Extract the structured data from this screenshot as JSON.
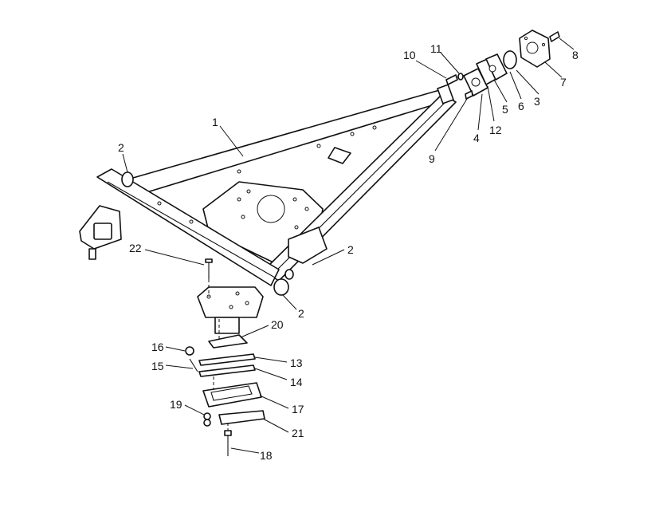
{
  "callouts": [
    {
      "id": "c1",
      "text": "1"
    },
    {
      "id": "c2a",
      "text": "2"
    },
    {
      "id": "c2b",
      "text": "2"
    },
    {
      "id": "c2c",
      "text": "2"
    },
    {
      "id": "c3",
      "text": "3"
    },
    {
      "id": "c4",
      "text": "4"
    },
    {
      "id": "c5",
      "text": "5"
    },
    {
      "id": "c6",
      "text": "6"
    },
    {
      "id": "c7",
      "text": "7"
    },
    {
      "id": "c8",
      "text": "8"
    },
    {
      "id": "c9",
      "text": "9"
    },
    {
      "id": "c10",
      "text": "10"
    },
    {
      "id": "c11",
      "text": "11"
    },
    {
      "id": "c12",
      "text": "12"
    },
    {
      "id": "c13",
      "text": "13"
    },
    {
      "id": "c14",
      "text": "14"
    },
    {
      "id": "c15",
      "text": "15"
    },
    {
      "id": "c16",
      "text": "16"
    },
    {
      "id": "c17",
      "text": "17"
    },
    {
      "id": "c18",
      "text": "18"
    },
    {
      "id": "c19",
      "text": "19"
    },
    {
      "id": "c20",
      "text": "20"
    },
    {
      "id": "c21",
      "text": "21"
    },
    {
      "id": "c22",
      "text": "22"
    }
  ]
}
